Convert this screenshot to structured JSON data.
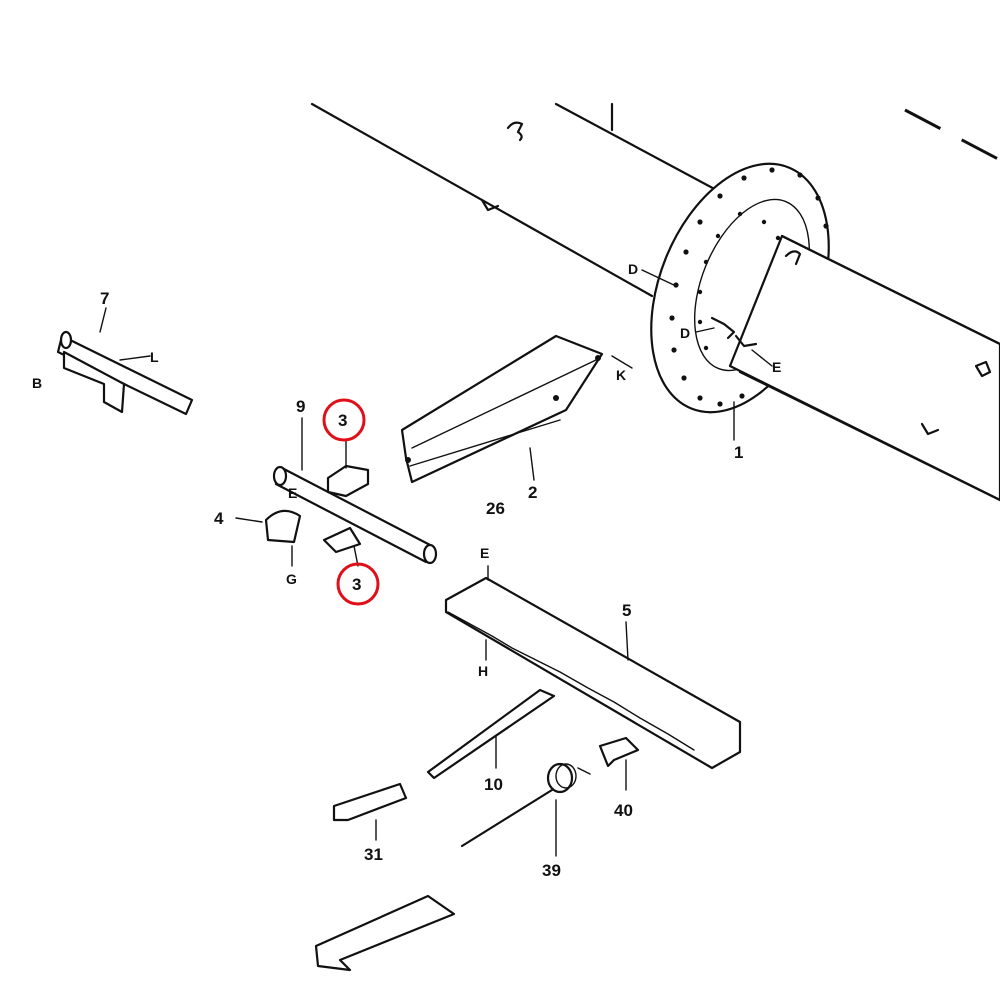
{
  "colors": {
    "line": "#111111",
    "highlight": "#e0101a",
    "background": "#ffffff"
  },
  "parts": {
    "p1": "1",
    "p2": "2",
    "p3a": "3",
    "p3b": "3",
    "p4": "4",
    "p5": "5",
    "p7": "7",
    "p9": "9",
    "p10": "10",
    "p26": "26",
    "p31": "31",
    "p39": "39",
    "p40": "40"
  },
  "letters": {
    "B": "B",
    "L": "L",
    "D1": "D",
    "D2": "D",
    "E": "E",
    "K": "K",
    "G": "G",
    "H": "H",
    "E2": "E",
    "E3": "E"
  },
  "highlighted_parts": [
    "3",
    "3"
  ]
}
